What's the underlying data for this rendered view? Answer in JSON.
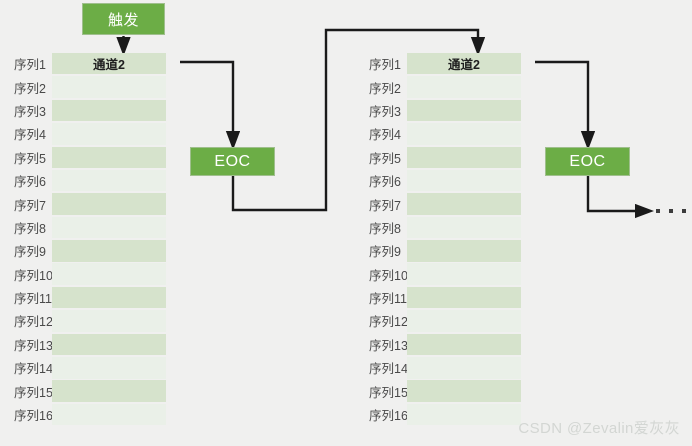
{
  "diagram": {
    "background_color": "#f0f0ef",
    "accent_color": "#6cad46",
    "row_color_odd": "#d6e3cc",
    "row_color_even": "#eaf0e8",
    "wire_color": "#1a1a1a"
  },
  "trigger": {
    "label": "触发"
  },
  "groups": [
    {
      "name": "conversion-group-1",
      "channel_label": "通道2",
      "eoc_label": "EOC",
      "rows": [
        "序列1",
        "序列2",
        "序列3",
        "序列4",
        "序列5",
        "序列6",
        "序列7",
        "序列8",
        "序列9",
        "序列10",
        "序列11",
        "序列12",
        "序列13",
        "序列14",
        "序列15",
        "序列16"
      ]
    },
    {
      "name": "conversion-group-2",
      "channel_label": "通道2",
      "eoc_label": "EOC",
      "rows": [
        "序列1",
        "序列2",
        "序列3",
        "序列4",
        "序列5",
        "序列6",
        "序列7",
        "序列8",
        "序列9",
        "序列10",
        "序列11",
        "序列12",
        "序列13",
        "序列14",
        "序列15",
        "序列16"
      ]
    }
  ],
  "continuation": {
    "symbol": "…"
  },
  "watermark": {
    "text": "CSDN @Zevalin爱灰灰"
  }
}
